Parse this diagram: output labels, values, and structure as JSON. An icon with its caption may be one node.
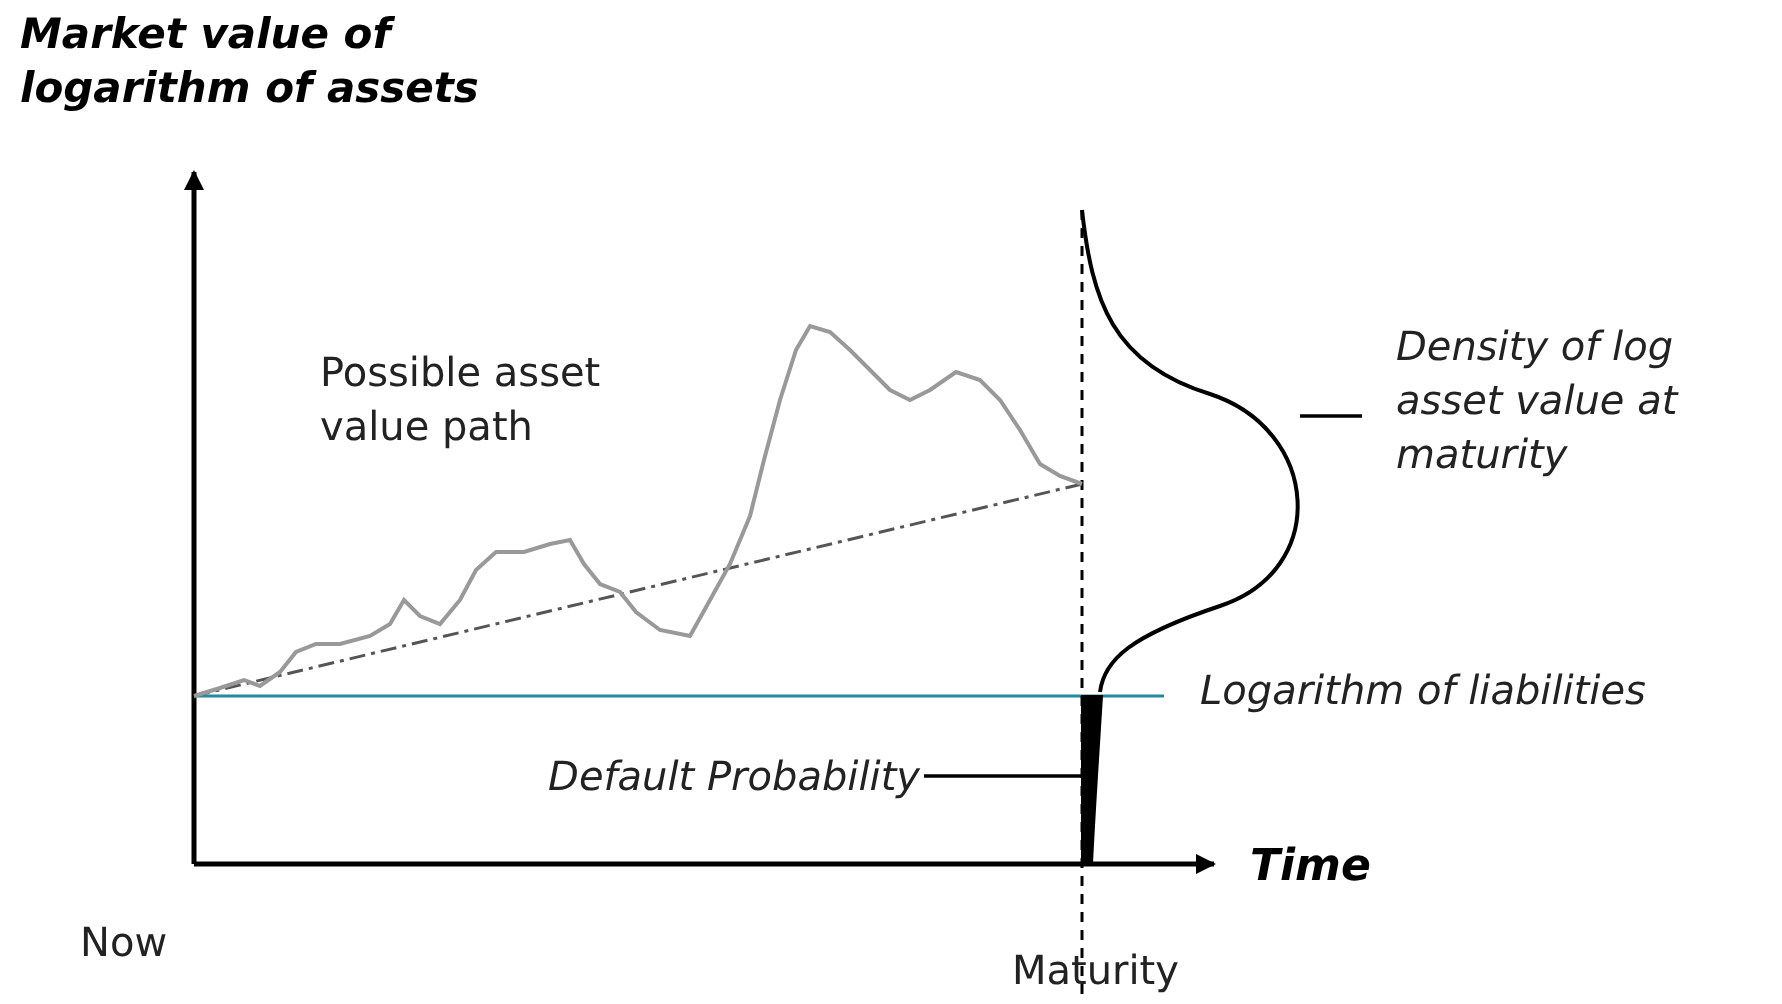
{
  "diagram": {
    "nodes": [
      {
        "text": [
          "Density of log asset value at maturity"
        ]
      },
      {
        "text": [],
        "shape": "picture"
      },
      {
        "text": [
          "Default Probability"
        ]
      },
      {
        "text": [],
        "shape": "picture"
      }
    ],
    "edges": [
      {
        "from": 0,
        "to": 1,
        "arrow": "none"
      },
      {
        "from": 2,
        "to": 3,
        "arrow": "none"
      }
    ],
    "labels": [
      "Market value of logarithm of assets",
      "Possible asset value path",
      "Logarithm of liabilities",
      "Time",
      "Now",
      "Maturity"
    ]
  }
}
